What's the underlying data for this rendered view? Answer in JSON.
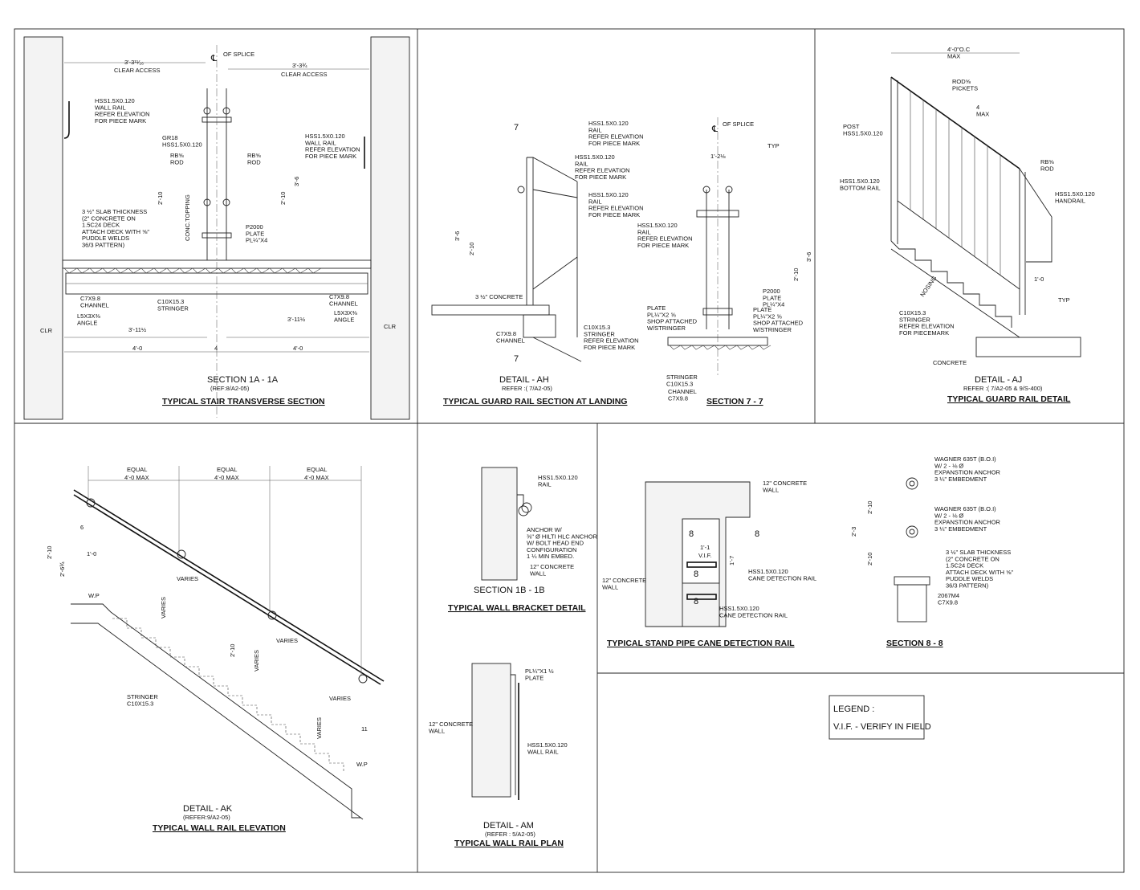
{
  "panels": {
    "s1a": {
      "title": "SECTION 1A - 1A",
      "ref": "(REF:8/A2-05)",
      "subtitle": "TYPICAL STAIR TRANSVERSE SECTION",
      "labels": {
        "centerline": "OF SPLICE",
        "clear_left": "3'-3¹¹⁄₁₆",
        "clear_left_sub": "CLEAR ACCESS",
        "clear_right": "3'-3¾",
        "clear_right_sub": "CLEAR ACCESS",
        "wallrail_l": "HSS1.5X0.120\nWALL RAIL\nREFER ELEVATION\nFOR PIECE MARK",
        "wallrail_r": "HSS1.5X0.120\nWALL RAIL\nREFER ELEVATION\nFOR PIECE MARK",
        "gr18": "GR18\nHSS1.5X0.120",
        "rod_l": "RB⅝\nROD",
        "rod_r": "RB⅝\nROD",
        "slab": "3 ½\" SLAB THICKNESS\n(2\" CONCRETE ON\n1.5C24 DECK\nATTACH DECK WITH ⅝\"\nPUDDLE WELDS\n36/3 PATTERN)",
        "plate": "P2000\nPLATE\nPL¼\"X4",
        "channel_l": "C7X9.8\nCHANNEL",
        "channel_r": "C7X9.8\nCHANNEL",
        "stringer": "C10X15.3\nSTRINGER",
        "angle_l": "L5X3X⅜\nANGLE",
        "angle_r": "L5X3X⅜\nANGLE",
        "clr_l": "CLR",
        "clr_r": "CLR",
        "dim_411": "3'-11½",
        "dim_411r": "3'-11½",
        "dim_40": "4'-0",
        "dim_40r": "4'-0",
        "dim_4": "4",
        "dim_210": "2'-10",
        "dim_36": "3'-6",
        "conc": "CONC.TOPPING"
      }
    },
    "ah": {
      "title": "DETAIL - AH",
      "ref": "REFER :( 7/A2-05)",
      "subtitle": "TYPICAL GUARD RAIL SECTION AT LANDING",
      "labels": {
        "rail1": "HSS1.5X0.120\nRAIL\nREFER ELEVATION\nFOR PIECE MARK",
        "rail2": "HSS1.5X0.120\nRAIL\nREFER ELEVATION\nFOR PIECE MARK",
        "rail3": "HSS1.5X0.120\nRAIL\nREFER ELEVATION\nFOR PIECE MARK",
        "concrete": "3 ½\" CONCRETE",
        "channel": "C7X9.8\nCHANNEL",
        "stringer": "C10X15.3\nSTRINGER\nREFER ELEVATION\nFOR PIECE MARK",
        "dim_36": "3'-6",
        "dim_210": "2'-10",
        "tag": "7"
      }
    },
    "s77": {
      "subtitle": "SECTION 7 - 7",
      "labels": {
        "centerline": "OF SPLICE",
        "typ": "TYP",
        "rail": "HSS1.5X0.120\nRAIL\nREFER ELEVATION\nFOR PIECE MARK",
        "p2000": "P2000\nPLATE\nPL¼\"X4",
        "plate_l": "PLATE\nPL¼\"X2 ⅝\nSHOP ATTACHED\nW/STRINGER",
        "plate_r": "PLATE\nPL¼\"X2 ⅝\nSHOP ATTACHED\nW/STRINGER",
        "stringer": "STRINGER\nC10X15.3",
        "channel": "CHANNEL\nC7X9.8",
        "dim_12": "1'-2⅛",
        "dim_210": "2'-10",
        "dim_36": "3'-6"
      }
    },
    "aj": {
      "title": "DETAIL - AJ",
      "ref": "REFER :( 7/A2-05 & 9/S-400)",
      "subtitle": "TYPICAL GUARD RAIL DETAIL",
      "labels": {
        "max": "4'-0\"O.C\nMAX",
        "pickets": "ROD⅝\nPICKETS",
        "max4": "4\nMAX",
        "post": "POST\nHSS1.5X0.120",
        "bottom": "HSS1.5X0.120\nBOTTOM RAIL",
        "rod": "RB⅝\nROD",
        "handrail": "HSS1.5X0.120\nHANDRAIL",
        "stringer": "C10X15.3\nSTRINGER\nREFER ELEVATION\nFOR PIECEMARK",
        "concrete": "CONCRETE",
        "nosing": "NOSING",
        "typ": "TYP",
        "dim_10": "1'-0"
      }
    },
    "ak": {
      "title": "DETAIL - AK",
      "ref": "(REFER:9/A2-05)",
      "subtitle": "TYPICAL WALL RAIL ELEVATION",
      "labels": {
        "equal": "EQUAL",
        "max": "4'-0 MAX",
        "varies": "VARIES",
        "wp": "W.P",
        "stringer": "STRINGER\nC10X15.3",
        "dim_210": "2'-10",
        "dim_26": "2'-6¾",
        "dim_10": "1'-0",
        "dim_6": "6",
        "dim_11": "11"
      }
    },
    "s1b": {
      "title": "SECTION 1B - 1B",
      "subtitle": "TYPICAL WALL BRACKET DETAIL",
      "labels": {
        "rail": "HSS1.5X0.120\nRAIL",
        "anchor": "ANCHOR W/\n⅜\" Ø HILTI HLC ANCHOR\nW/ BOLT HEAD END\nCONFIGURATION\n1 ¼ MIN EMBED.",
        "wall": "12\" CONCRETE\nWALL"
      }
    },
    "am": {
      "title": "DETAIL - AM",
      "ref": "(REFER : 5/A2-05)",
      "subtitle": "TYPICAL WALL RAIL PLAN",
      "labels": {
        "plate": "PL¼\"X1 ½\nPLATE",
        "wall": "12\" CONCRETE\nWALL",
        "rail": "HSS1.5X0.120\nWALL RAIL"
      }
    },
    "cane": {
      "subtitle": "TYPICAL STAND PIPE CANE DETECTION RAIL",
      "labels": {
        "wall_top": "12\" CONCRETE\nWALL",
        "wall_left": "12\" CONCRETE\nWALL",
        "rail1": "HSS1.5X0.120\nCANE DETECTION RAIL",
        "rail2": "HSS1.5X0.120\nCANE DETECTION RAIL",
        "vif": "V.I.F.",
        "dim_11": "1'-1",
        "dim_17": "1'-7",
        "tag": "8"
      }
    },
    "s88": {
      "subtitle": "SECTION 8 - 8",
      "labels": {
        "wagner1": "WAGNER 635T (B.O.I)\nW/ 2 - ⅛ Ø\nEXPANSTION ANCHOR\n3 ¼\" EMBEDMENT",
        "wagner2": "WAGNER 635T (B.O.I)\nW/ 2 - ⅛ Ø\nEXPANSTION ANCHOR\n3 ¼\" EMBEDMENT",
        "slab": "3 ½\" SLAB THICKNESS\n(2\" CONCRETE ON\n1.5C24 DECK\nATTACH DECK WITH ⅝\"\nPUDDLE WELDS\n36/3 PATTERN)",
        "channel": "2067M4\nC7X9.8",
        "dim_210a": "2'-10",
        "dim_210b": "2'-10",
        "dim_23": "2'-3"
      }
    }
  },
  "legend": {
    "title": "LEGEND :",
    "item": "V.I.F. - VERIFY IN FIELD"
  }
}
